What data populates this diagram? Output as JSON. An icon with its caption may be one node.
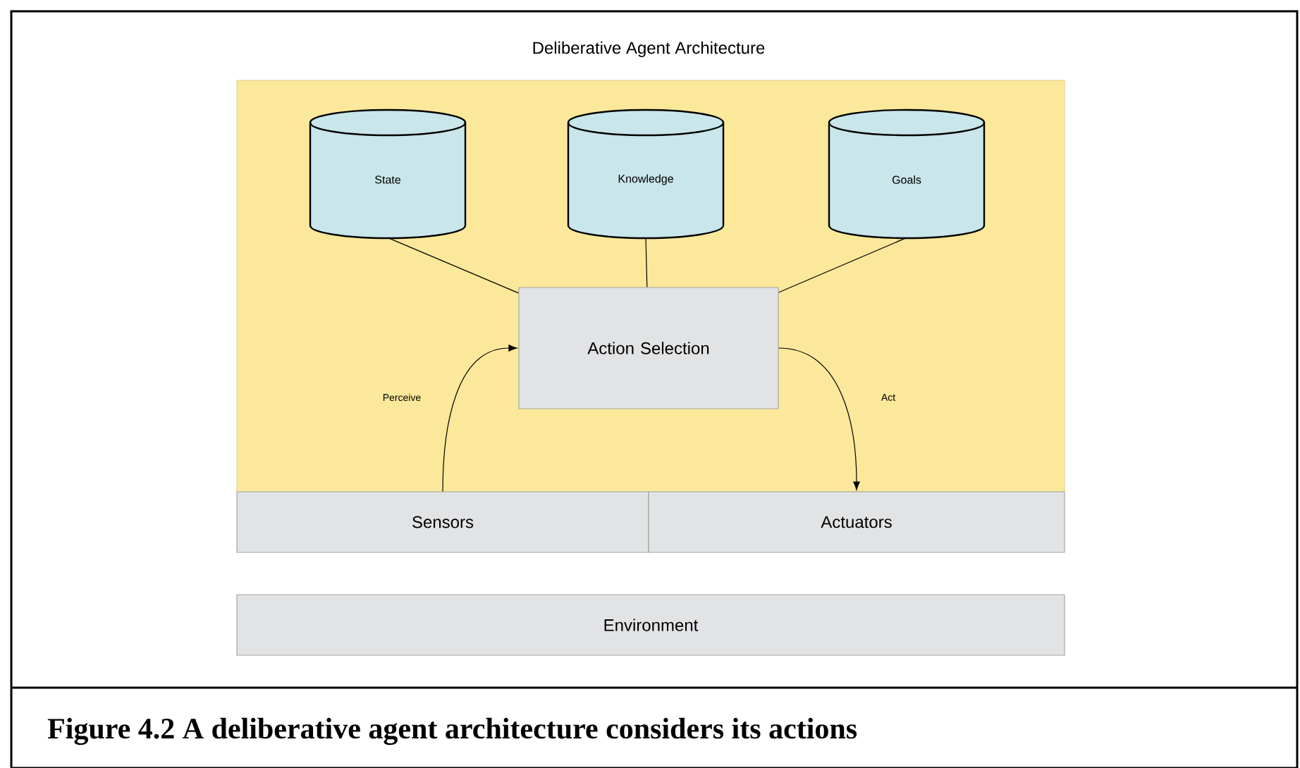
{
  "diagram": {
    "title": "Deliberative Agent Architecture",
    "caption": "Figure 4.2 A deliberative agent architecture considers its actions",
    "nodes": [
      {
        "text": [],
        "shape": "box"
      },
      {
        "text": [
          "State"
        ],
        "in": 0
      },
      {
        "text": [
          "Knowledge"
        ],
        "in": 0
      },
      {
        "text": [
          "Goals"
        ],
        "in": 0
      },
      {
        "text": [
          "Action Selection"
        ],
        "in": 0
      },
      {
        "text": [
          "Sensors"
        ]
      },
      {
        "text": [
          "Actuators"
        ]
      },
      {
        "text": [
          "Environment"
        ]
      }
    ],
    "edges": [
      {
        "from": 1,
        "to": 4,
        "arrow": "none"
      },
      {
        "from": 2,
        "to": 4,
        "arrow": "none"
      },
      {
        "from": 3,
        "to": 4,
        "arrow": "none"
      },
      {
        "from": 5,
        "to": 4,
        "arrow": "to",
        "label": "Perceive"
      },
      {
        "from": 4,
        "to": 6,
        "arrow": "to",
        "label": "Act"
      }
    ]
  }
}
